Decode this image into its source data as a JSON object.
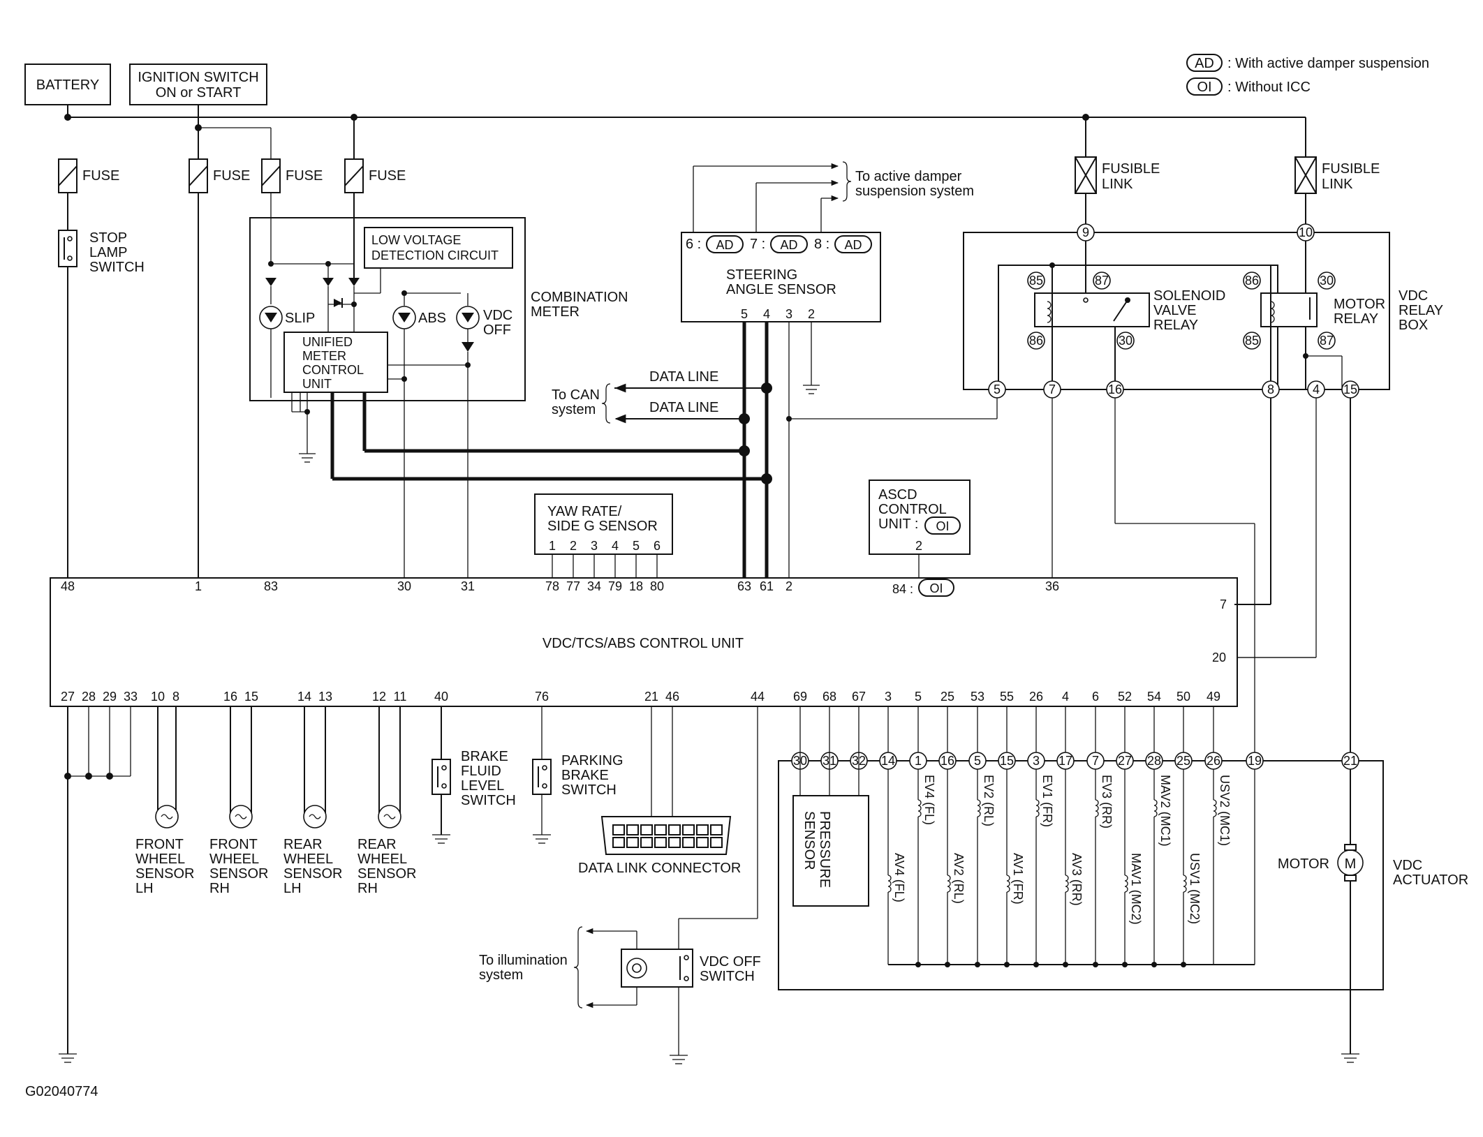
{
  "legend": {
    "ad_tag": "AD",
    "ad_text": ": With active damper suspension",
    "oi_tag": "OI",
    "oi_text": ": Without ICC"
  },
  "top": {
    "battery": "BATTERY",
    "ignition_line1": "IGNITION SWITCH",
    "ignition_line2": "ON or START"
  },
  "fuses": {
    "fuse": "FUSE",
    "fusible_line1": "FUSIBLE",
    "fusible_line2": "LINK"
  },
  "stop_lamp": [
    "STOP",
    "LAMP",
    "SWITCH"
  ],
  "combination_meter": {
    "label": [
      "COMBINATION",
      "METER"
    ],
    "low_voltage": [
      "LOW VOLTAGE",
      "DETECTION CIRCUIT"
    ],
    "slip": "SLIP",
    "abs": "ABS",
    "vdc_off": [
      "VDC",
      "OFF"
    ],
    "umcu": [
      "UNIFIED",
      "METER",
      "CONTROL",
      "UNIT"
    ]
  },
  "steering": {
    "to_damper": [
      "To active damper",
      "suspension system"
    ],
    "pin6": "6 :",
    "pin7": "7 :",
    "pin8": "8 :",
    "ad": "AD",
    "label": [
      "STEERING",
      "ANGLE SENSOR"
    ],
    "pins": [
      "5",
      "4",
      "3",
      "2"
    ]
  },
  "can": {
    "data_line": "DATA LINE",
    "to_can": [
      "To CAN",
      "system"
    ]
  },
  "relay_box": {
    "solenoid": [
      "SOLENOID",
      "VALVE",
      "RELAY"
    ],
    "motor": [
      "MOTOR",
      "RELAY"
    ],
    "box": [
      "VDC",
      "RELAY",
      "BOX"
    ],
    "relay_pins": [
      "85",
      "87",
      "86",
      "30",
      "86",
      "85",
      "30",
      "87"
    ],
    "fusible_pins": [
      "9",
      "10"
    ],
    "bottom_pins": [
      "5",
      "7",
      "16",
      "8",
      "4",
      "15"
    ]
  },
  "yaw": {
    "label": [
      "YAW RATE/",
      "SIDE G SENSOR"
    ],
    "pins": [
      "1",
      "2",
      "3",
      "4",
      "5",
      "6"
    ]
  },
  "ascd": {
    "label": [
      "ASCD",
      "CONTROL",
      "UNIT :"
    ],
    "oi": "OI",
    "pin": "2"
  },
  "control_unit": {
    "label": "VDC/TCS/ABS CONTROL UNIT",
    "top_pins": [
      "48",
      "1",
      "83",
      "30",
      "31",
      "78",
      "77",
      "34",
      "79",
      "18",
      "80",
      "63",
      "61",
      "2",
      "36"
    ],
    "pin84": "84 :",
    "pin84_oi": "OI",
    "right_pins": [
      "7",
      "20"
    ],
    "bottom_pins": [
      "27",
      "28",
      "29",
      "33",
      "10",
      "8",
      "16",
      "15",
      "14",
      "13",
      "12",
      "11",
      "40",
      "76",
      "21",
      "46",
      "44",
      "69",
      "68",
      "67",
      "3",
      "5",
      "25",
      "53",
      "55",
      "26",
      "4",
      "6",
      "52",
      "54",
      "50",
      "49"
    ]
  },
  "wheel_sensors": [
    [
      "FRONT",
      "WHEEL",
      "SENSOR",
      "LH"
    ],
    [
      "FRONT",
      "WHEEL",
      "SENSOR",
      "RH"
    ],
    [
      "REAR",
      "WHEEL",
      "SENSOR",
      "LH"
    ],
    [
      "REAR",
      "WHEEL",
      "SENSOR",
      "RH"
    ]
  ],
  "brake_fluid": [
    "BRAKE",
    "FLUID",
    "LEVEL",
    "SWITCH"
  ],
  "parking_brake": [
    "PARKING",
    "BRAKE",
    "SWITCH"
  ],
  "data_link": "DATA LINK CONNECTOR",
  "vdc_off_switch": {
    "to_illum": [
      "To illumination",
      "system"
    ],
    "label": [
      "VDC OFF",
      "SWITCH"
    ]
  },
  "actuator": {
    "pins": [
      "30",
      "31",
      "32",
      "14",
      "1",
      "16",
      "5",
      "15",
      "3",
      "17",
      "7",
      "27",
      "28",
      "25",
      "26",
      "19",
      "21"
    ],
    "pressure": [
      "PRESSURE",
      "SENSOR"
    ],
    "coils_upper": [
      "EV4 (FL)",
      "EV2 (RL)",
      "EV1 (FR)",
      "EV3 (RR)",
      "MAV2 (MC1)",
      "USV2 (MC1)"
    ],
    "coils_lower": [
      "AV4 (FL)",
      "AV2 (RL)",
      "AV1 (FR)",
      "AV3 (RR)",
      "MAV1 (MC2)",
      "USV1 (MC2)"
    ],
    "motor": "MOTOR",
    "motor_symbol": "M",
    "label": [
      "VDC",
      "ACTUATOR"
    ]
  },
  "figure_id": "G02040774"
}
